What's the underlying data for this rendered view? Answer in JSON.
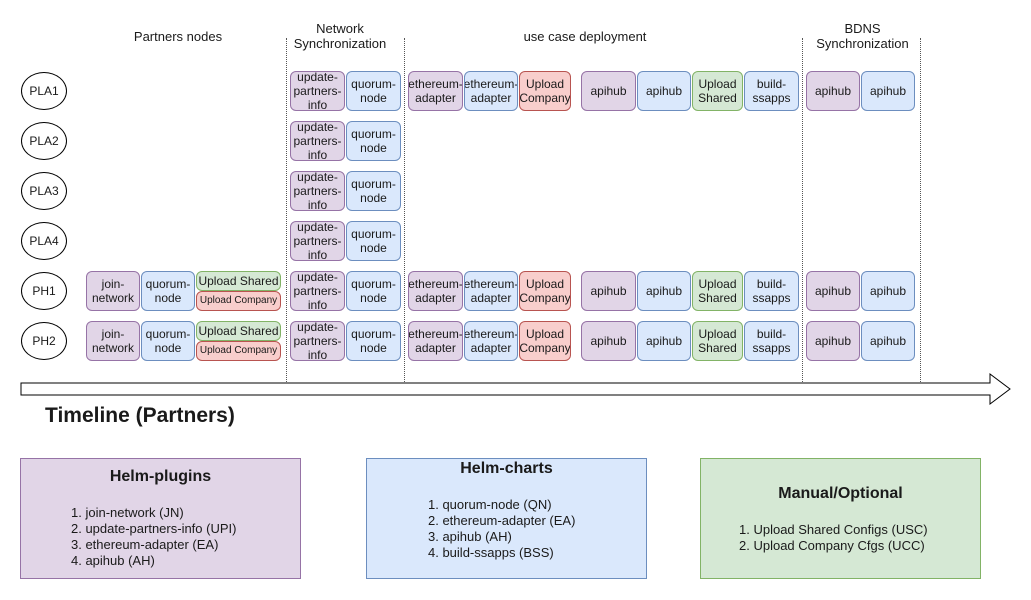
{
  "phases": {
    "partners_nodes": "Partners nodes",
    "network_sync": "Network\nSynchronization",
    "use_case": "use case deployment",
    "bdns_sync": "BDNS\nSynchronization"
  },
  "rows": [
    "PLA1",
    "PLA2",
    "PLA3",
    "PLA4",
    "PH1",
    "PH2"
  ],
  "steps": {
    "join_network": "join-\nnetwork",
    "quorum_node": "quorum-\nnode",
    "upload_shared_wide": "Upload Shared",
    "upload_company_wide": "Upload Company",
    "update_partners_info": "update-\npartners-\ninfo",
    "ethereum_adapter": "ethereum-\nadapter",
    "upload_company": "Upload\nCompany",
    "apihub": "apihub",
    "upload_shared": "Upload\nShared",
    "build_ssapps": "build-\nssapps"
  },
  "timeline_title": "Timeline (Partners)",
  "legends": {
    "helm_plugins": {
      "title": "Helm-plugins",
      "items": [
        "1. join-network (JN)",
        "2. update-partners-info (UPI)",
        "3. ethereum-adapter (EA)",
        "4. apihub (AH)"
      ]
    },
    "helm_charts": {
      "title": "Helm-charts",
      "items": [
        "1. quorum-node (QN)",
        "2. ethereum-adapter (EA)",
        "3. apihub (AH)",
        "4. build-ssapps (BSS)"
      ]
    },
    "manual_optional": {
      "title": "Manual/Optional",
      "items": [
        "1. Upload Shared Configs (USC)",
        "2. Upload Company Cfgs (UCC)"
      ]
    }
  },
  "colors": {
    "purple": "#e1d5e7",
    "blue": "#dae8fc",
    "green": "#d5e8d4",
    "red": "#f8cecc"
  }
}
